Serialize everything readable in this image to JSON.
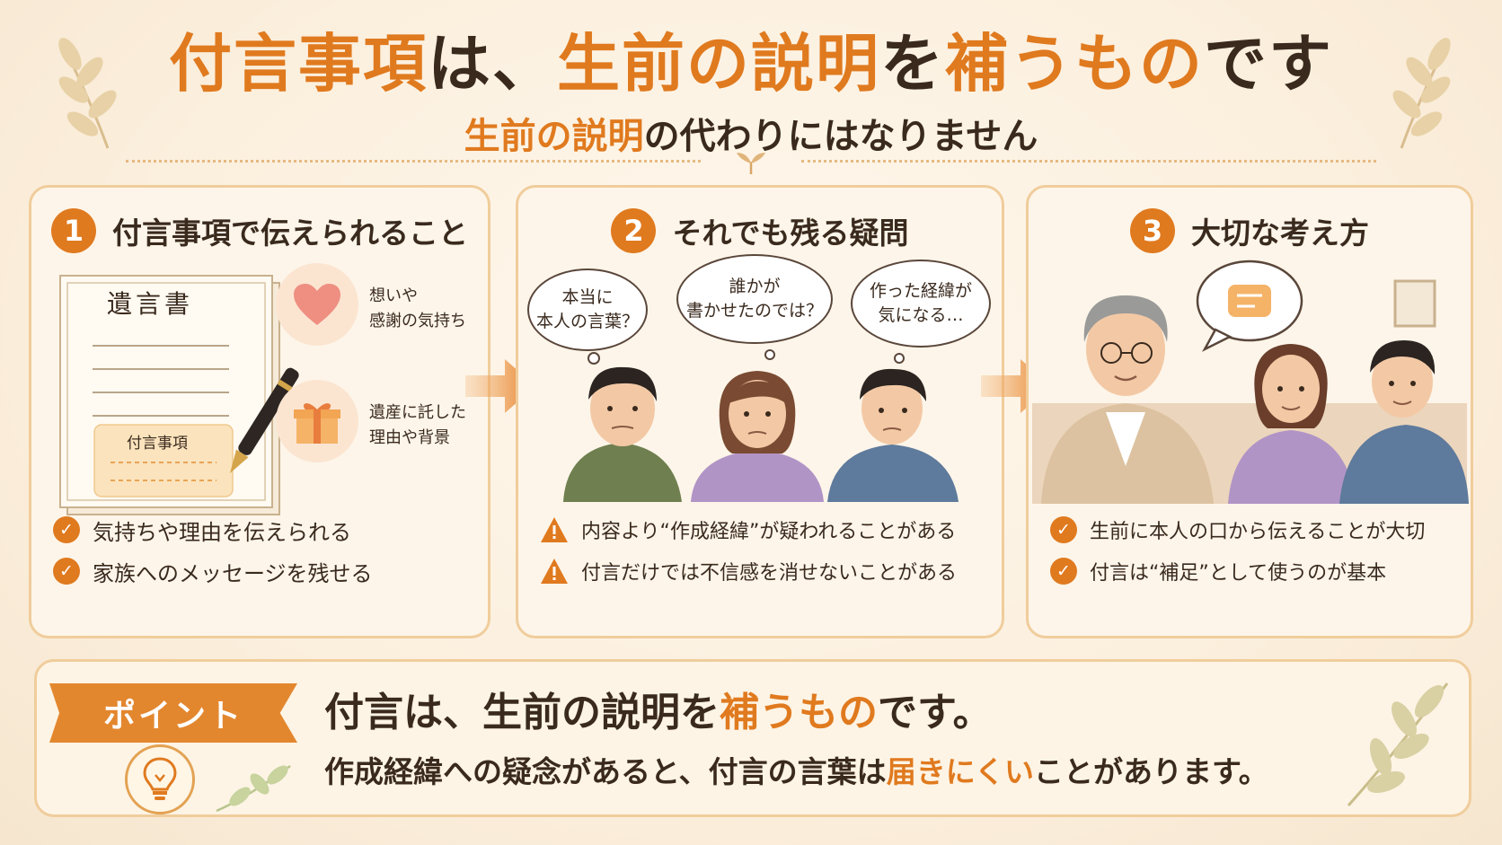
{
  "header": {
    "title_part1": "付言事項",
    "title_part2": "は、",
    "title_part3": "生前の説明",
    "title_part4": "を",
    "title_part5": "補うもの",
    "title_part6": "です",
    "subtitle_part1": "生前の説明",
    "subtitle_part2": "の代わりにはなりません"
  },
  "panels": [
    {
      "number": "1",
      "title": "付言事項で伝えられること",
      "document_title": "遺言書",
      "document_section": "付言事項",
      "items": [
        {
          "icon": "heart-icon",
          "line1": "想いや",
          "line2": "感謝の気持ち"
        },
        {
          "icon": "gift-icon",
          "line1": "遺産に託した",
          "line2": "理由や背景"
        }
      ],
      "bullets": [
        "気持ちや理由を伝えられる",
        "家族へのメッセージを残せる"
      ]
    },
    {
      "number": "2",
      "title": "それでも残る疑問",
      "bubbles": [
        {
          "line1": "本当に",
          "line2": "本人の言葉？"
        },
        {
          "line1": "誰かが",
          "line2": "書かせたのでは？"
        },
        {
          "line1": "作った経緯が",
          "line2": "気になる…"
        }
      ],
      "bullets": [
        "内容より“作成経緯”が疑われることがある",
        "付言だけでは不信感を消せないことがある"
      ]
    },
    {
      "number": "3",
      "title": "大切な考え方",
      "bullets": [
        "生前に本人の口から伝えることが大切",
        "付言は“補足”として使うのが基本"
      ]
    }
  ],
  "point": {
    "tag": "ポイント",
    "line1_part1": "付言は、生前の説明を",
    "line1_part2": "補うもの",
    "line1_part3": "です。",
    "line2_part1": "作成経緯への疑念があると、付言の言葉は",
    "line2_part2": "届きにくい",
    "line2_part3": "ことがあります。"
  },
  "colors": {
    "accent": "#e07a1f",
    "background": "#fbf1e2",
    "panel_border": "#f0cd9c",
    "text": "#3a2a1e"
  }
}
